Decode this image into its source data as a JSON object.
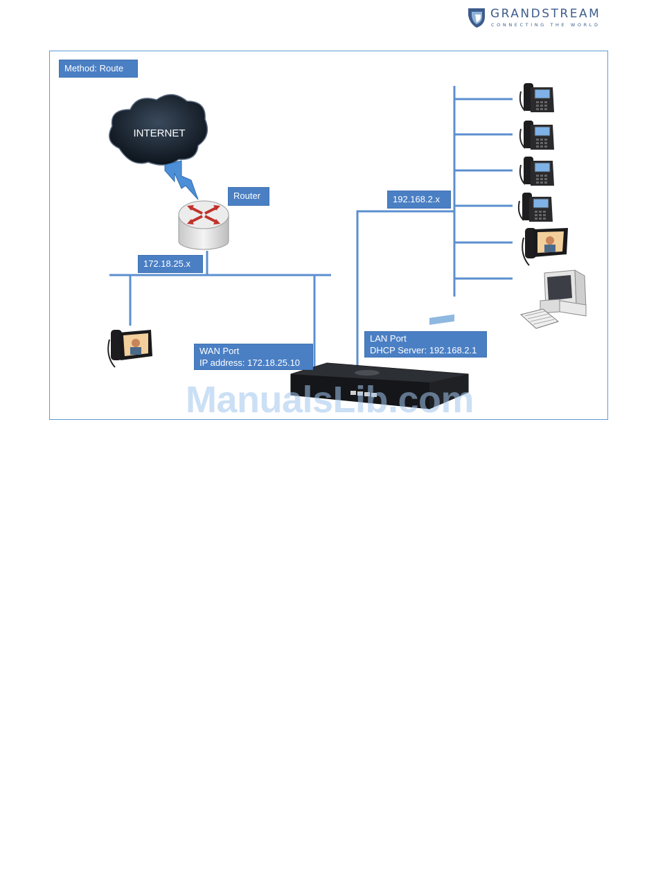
{
  "header": {
    "brand_name": "GRANDSTREAM",
    "brand_tagline": "CONNECTING THE WORLD"
  },
  "diagram": {
    "method_label": "Method: Route",
    "internet_label": "INTERNET",
    "router_label": "Router",
    "wan_subnet_label": "172.18.25.x",
    "lan_subnet_label": "192.168.2.x",
    "wan_port": {
      "title": "WAN Port",
      "ip": "IP address: 172.18.25.10"
    },
    "lan_port": {
      "title": "LAN Port",
      "dhcp": "DHCP Server: 192.168.2.1"
    }
  },
  "watermark": "ManualsLib.com",
  "colors": {
    "accent": "#4a7fc4",
    "line": "#5b8fcf",
    "brand": "#3d5c8c"
  },
  "icons": [
    "grandstream-logo-icon",
    "cloud-icon",
    "lightning-icon",
    "router-icon",
    "ip-phone-icon",
    "video-phone-icon",
    "desktop-computer-icon",
    "ucm-appliance-icon"
  ]
}
